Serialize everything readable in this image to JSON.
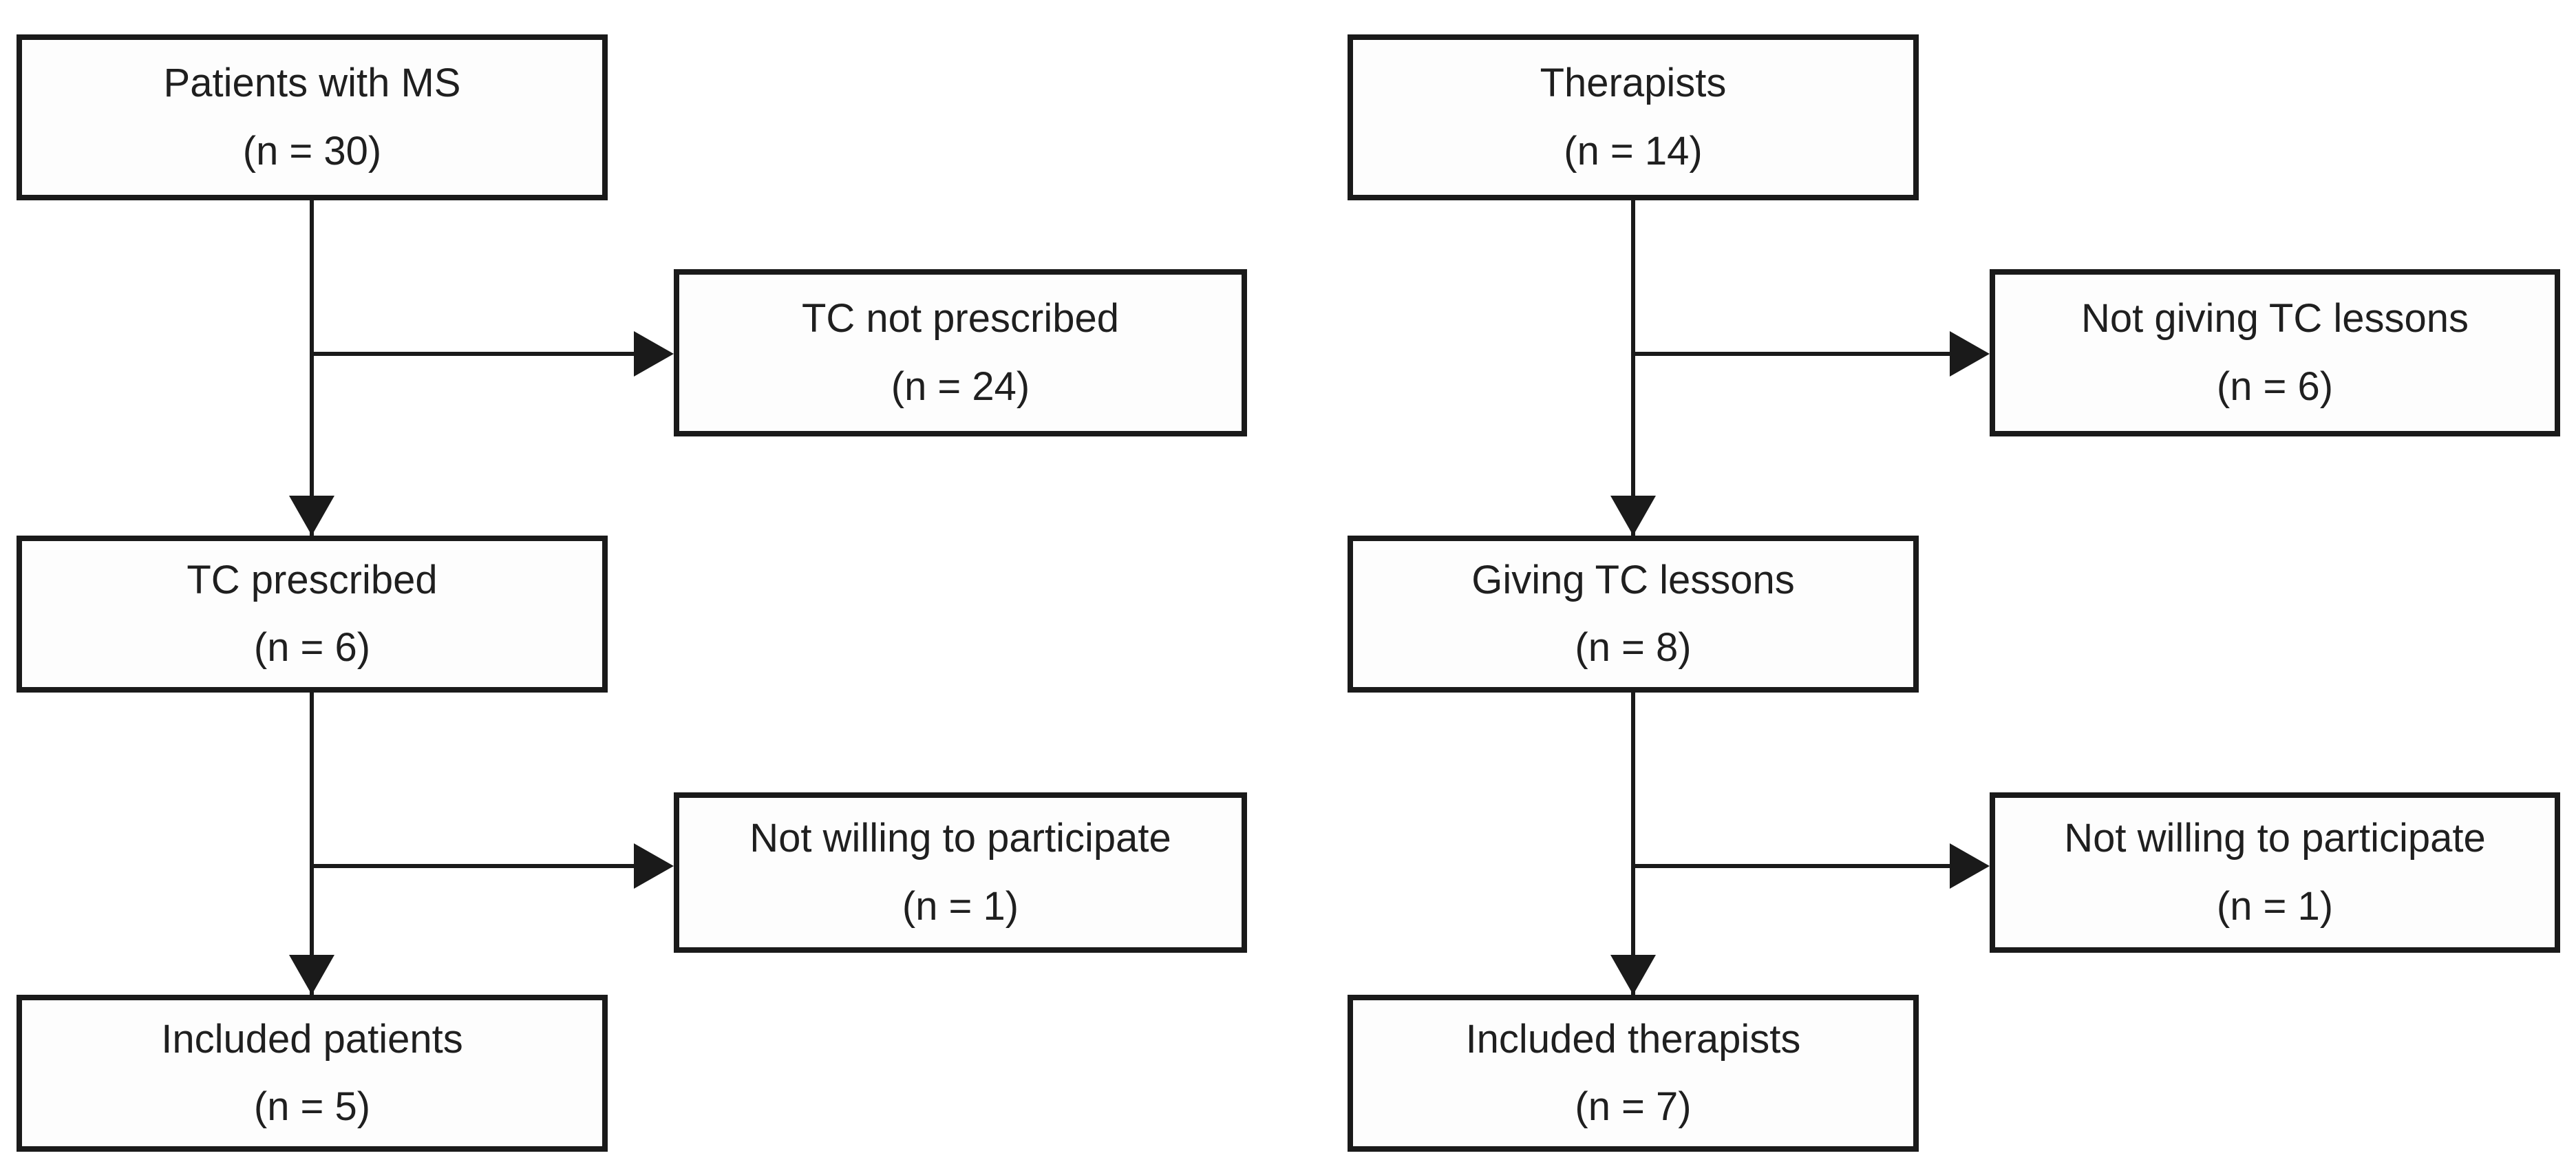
{
  "figure": {
    "type": "participant-flow-diagram",
    "background_color": "#ffffff",
    "line_color": "#1a1a1a",
    "box_fill_color": "#fdfdfd",
    "text_color": "#1f1f1f"
  },
  "flows": [
    {
      "name": "patients",
      "source": {
        "label": "Patients with MS",
        "count": "(n = 30)"
      },
      "excluded_top": {
        "label": "TC not prescribed",
        "count": "(n = 24)"
      },
      "middle": {
        "label": "TC prescribed",
        "count": "(n = 6)"
      },
      "excluded_bottom": {
        "label": "Not willing to participate",
        "count": "(n = 1)"
      },
      "final": {
        "label": "Included patients",
        "count": "(n = 5)"
      }
    },
    {
      "name": "therapists",
      "source": {
        "label": "Therapists",
        "count": "(n = 14)"
      },
      "excluded_top": {
        "label": "Not giving TC lessons",
        "count": "(n = 6)"
      },
      "middle": {
        "label": "Giving TC lessons",
        "count": "(n = 8)"
      },
      "excluded_bottom": {
        "label": "Not willing to participate",
        "count": "(n = 1)"
      },
      "final": {
        "label": "Included therapists",
        "count": "(n = 7)"
      }
    }
  ]
}
